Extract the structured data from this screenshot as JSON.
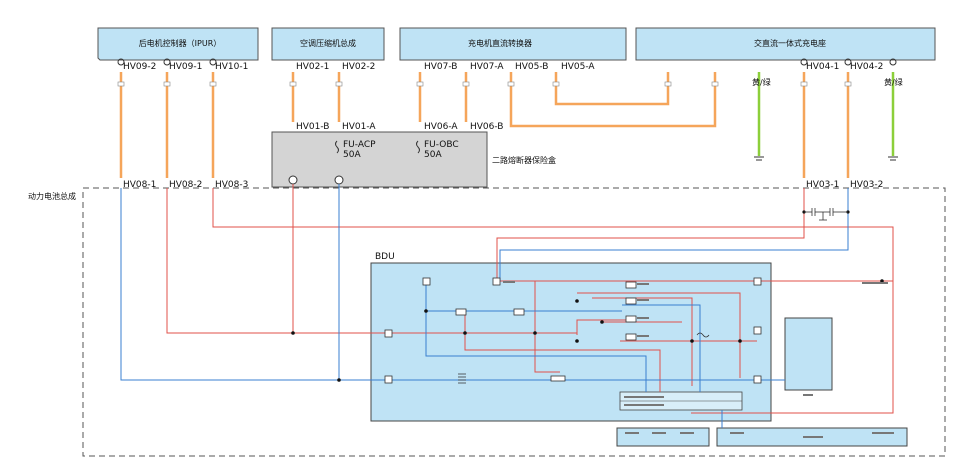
{
  "components": {
    "motor_controller": "后电机控制器（IPUR）",
    "ac_compressor": "空调压缩机总成",
    "dcdc": "充电机直流转换器",
    "charge_socket": "交直流一体式充电座",
    "fuse_box": "二路熔断器保险盒",
    "battery_pack": "动力电池总成",
    "bdu": "BDU"
  },
  "connectors": {
    "hv09_2": "HV09-2",
    "hv09_1": "HV09-1",
    "hv10_1": "HV10-1",
    "hv02_1": "HV02-1",
    "hv02_2": "HV02-2",
    "hv07_b": "HV07-B",
    "hv07_a": "HV07-A",
    "hv05_b": "HV05-B",
    "hv05_a": "HV05-A",
    "hv04_1": "HV04-1",
    "hv04_2": "HV04-2",
    "hv01_b": "HV01-B",
    "hv01_a": "HV01-A",
    "hv06_a": "HV06-A",
    "hv06_b": "HV06-B",
    "hv08_1": "HV08-1",
    "hv08_2": "HV08-2",
    "hv08_3": "HV08-3",
    "hv03_1": "HV03-1",
    "hv03_2": "HV03-2"
  },
  "fuses": {
    "acp_name": "FU-ACP",
    "acp_rating": "50A",
    "obc_name": "FU-OBC",
    "obc_rating": "50A"
  },
  "ground_label": "黄/绿",
  "wire_colors": {
    "orange": "#f5a55a",
    "green": "#8ccf3a",
    "red": "#e0504a",
    "blue": "#3a7fd0",
    "bdu_fill": "#bfe3f5",
    "header_fill": "#bfe3f5"
  }
}
